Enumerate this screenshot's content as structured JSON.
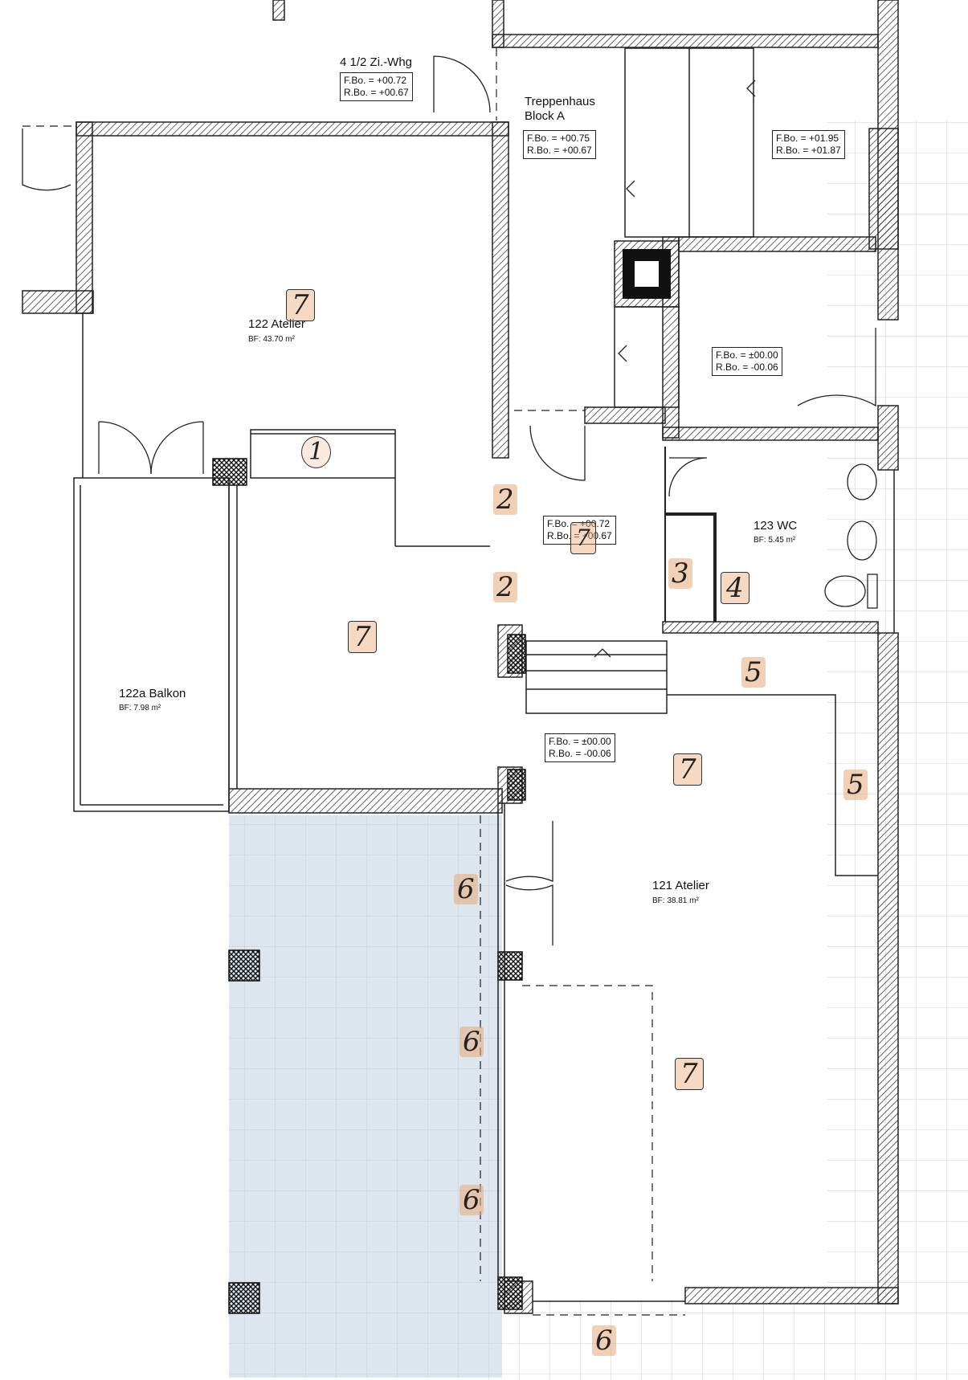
{
  "plan": {
    "apartment": {
      "name": "4 1/2 Zi.-Whg",
      "levels": [
        "F.Bo. = +00.72",
        "R.Bo. = +00.67"
      ]
    },
    "stair": {
      "name_line1": "Treppenhaus",
      "name_line2": "Block A",
      "levels": [
        "F.Bo. = +00.75",
        "R.Bo. = +00.67"
      ]
    },
    "upper_right_levels": [
      "F.Bo. = +01.95",
      "R.Bo. = +01.87"
    ],
    "small_room_levels": [
      "F.Bo. = ±00.00",
      "R.Bo. = -00.06"
    ],
    "rooms": [
      {
        "id": "atelier-122",
        "name": "122 Atelier",
        "area": "BF: 43.70 m²"
      },
      {
        "id": "balkon-122a",
        "name": "122a Balkon",
        "area": "BF: 7.98 m²"
      },
      {
        "id": "wc-123",
        "name": "123 WC",
        "area": "BF: 5.45 m²"
      },
      {
        "id": "atelier-121",
        "name": "121 Atelier",
        "area": "BF: 38.81 m²"
      }
    ],
    "hall_levels": [
      "F.Bo. = +00.72",
      "R.Bo. = +00.67"
    ],
    "atelier121_levels": [
      "F.Bo. = ±00.00",
      "R.Bo. = -00.06"
    ],
    "annotations": {
      "a1": "7",
      "a2": "1",
      "a3": "7",
      "a4": "2",
      "a5": "2",
      "a6": "7",
      "a7": "3",
      "a8": "4",
      "a9": "5",
      "a10": "5",
      "a11": "7",
      "a12": "6",
      "a13": "6",
      "a14": "7",
      "a15": "6",
      "a16": "6"
    }
  },
  "colors": {
    "wall": "#222222",
    "grid": "#c8ccd6",
    "terrace": "#dde6ef",
    "marker": "#e8aa78"
  }
}
